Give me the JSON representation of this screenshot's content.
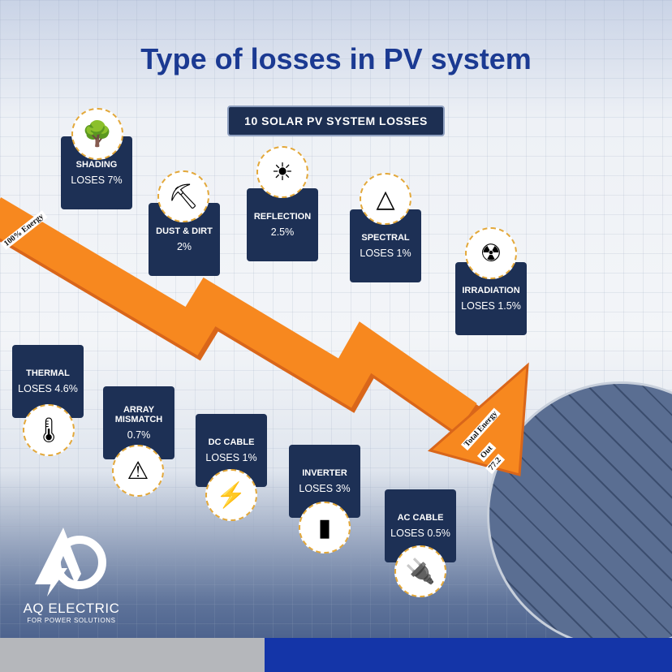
{
  "title": "Type of losses in PV system",
  "subtitle": "10 SOLAR PV SYSTEM LOSSES",
  "arrow": {
    "start_label": "100% Energy",
    "end_label_1": "Total Energy",
    "end_label_2": "Out",
    "end_value": "77.2"
  },
  "losses": [
    {
      "name": "SHADING",
      "value": "LOSES 7%",
      "icon": "tree-icon"
    },
    {
      "name": "DUST & DIRT",
      "value": "2%",
      "icon": "shovel-dirt-icon"
    },
    {
      "name": "REFLECTION",
      "value": "2.5%",
      "icon": "sun-reflection-icon"
    },
    {
      "name": "SPECTRAL",
      "value": "LOSES 1%",
      "icon": "prism-icon"
    },
    {
      "name": "IRRADIATION",
      "value": "LOSES 1.5%",
      "icon": "radiation-icon"
    },
    {
      "name": "THERMAL",
      "value": "LOSES 4.6%",
      "icon": "thermometer-icon"
    },
    {
      "name": "ARRAY MISMATCH",
      "value": "0.7%",
      "icon": "warning-icon"
    },
    {
      "name": "DC CABLE",
      "value": "LOSES 1%",
      "icon": "dc-cable-icon"
    },
    {
      "name": "INVERTER",
      "value": "LOSES 3%",
      "icon": "inverter-icon"
    },
    {
      "name": "AC CABLE",
      "value": "LOSES 0.5%",
      "icon": "plug-icon"
    }
  ],
  "logo": {
    "name": "AQ ELECTRIC",
    "tagline": "FOR POWER SOLUTIONS"
  },
  "colors": {
    "title": "#1b3a92",
    "card": "#1d3055",
    "arrow": "#f7881f",
    "icon_ring": "#e3a83a"
  }
}
